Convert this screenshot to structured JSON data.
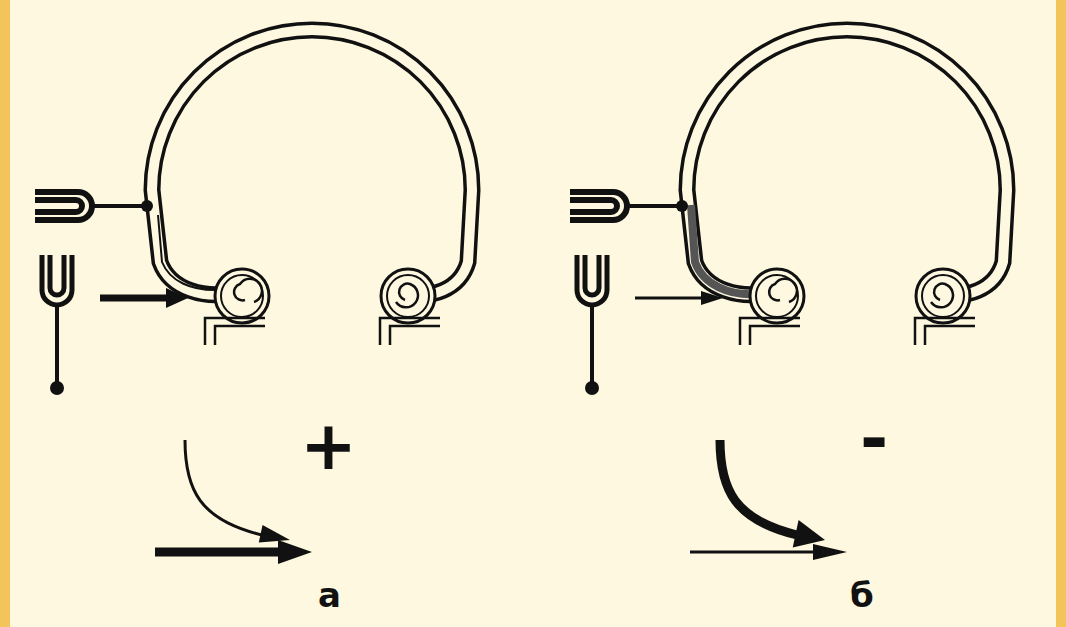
{
  "diagram": {
    "labels": [
      "+",
      "а",
      "-",
      "б"
    ]
  }
}
